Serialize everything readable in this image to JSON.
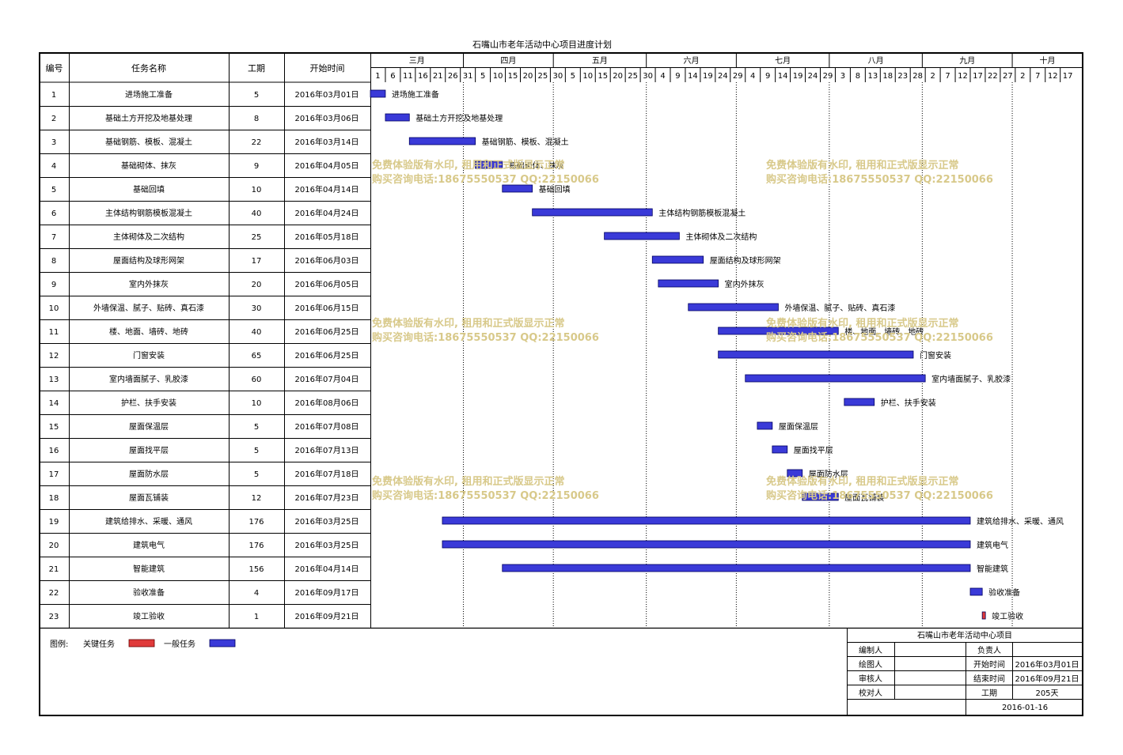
{
  "title": "石嘴山市老年活动中心项目进度计划",
  "columns": {
    "no": "编号",
    "name": "任务名称",
    "duration": "工期",
    "start": "开始时间"
  },
  "months": [
    "三月",
    "四月",
    "五月",
    "六月",
    "七月",
    "八月",
    "九月",
    "十月"
  ],
  "day_ticks": [
    "1",
    "6",
    "11",
    "16",
    "21",
    "26",
    "31",
    "5",
    "10",
    "15",
    "20",
    "25",
    "30",
    "5",
    "10",
    "15",
    "20",
    "25",
    "30",
    "4",
    "9",
    "14",
    "19",
    "24",
    "29",
    "4",
    "9",
    "14",
    "19",
    "24",
    "29",
    "3",
    "8",
    "13",
    "18",
    "23",
    "28",
    "2",
    "7",
    "12",
    "17",
    "22",
    "27",
    "2",
    "7",
    "12",
    "17"
  ],
  "chart_data": {
    "type": "gantt",
    "title": "石嘴山市老年活动中心项目进度计划",
    "x_axis": {
      "unit": "date",
      "start": "2016-03-01",
      "end": "2016-10-21"
    },
    "tasks": [
      {
        "id": "1",
        "name": "进场施工准备",
        "duration": 5,
        "start": "2016年03月01日",
        "start_date": "2016-03-01",
        "critical": false
      },
      {
        "id": "2",
        "name": "基础土方开挖及地基处理",
        "duration": 8,
        "start": "2016年03月06日",
        "start_date": "2016-03-06",
        "critical": false
      },
      {
        "id": "3",
        "name": "基础钢筋、模板、混凝土",
        "duration": 22,
        "start": "2016年03月14日",
        "start_date": "2016-03-14",
        "critical": false
      },
      {
        "id": "4",
        "name": "基础砌体、抹灰",
        "duration": 9,
        "start": "2016年04月05日",
        "start_date": "2016-04-05",
        "critical": false
      },
      {
        "id": "5",
        "name": "基础回填",
        "duration": 10,
        "start": "2016年04月14日",
        "start_date": "2016-04-14",
        "critical": false
      },
      {
        "id": "6",
        "name": "主体结构钢筋模板混凝土",
        "duration": 40,
        "start": "2016年04月24日",
        "start_date": "2016-04-24",
        "critical": false
      },
      {
        "id": "7",
        "name": "主体砌体及二次结构",
        "duration": 25,
        "start": "2016年05月18日",
        "start_date": "2016-05-18",
        "critical": false
      },
      {
        "id": "8",
        "name": "屋面结构及球形网架",
        "duration": 17,
        "start": "2016年06月03日",
        "start_date": "2016-06-03",
        "critical": false
      },
      {
        "id": "9",
        "name": "室内外抹灰",
        "duration": 20,
        "start": "2016年06月05日",
        "start_date": "2016-06-05",
        "critical": false
      },
      {
        "id": "10",
        "name": "外墙保温、腻子、贴砖、真石漆",
        "duration": 30,
        "start": "2016年06月15日",
        "start_date": "2016-06-15",
        "critical": false
      },
      {
        "id": "11",
        "name": "楼、地面、墙砖、地砖",
        "duration": 40,
        "start": "2016年06月25日",
        "start_date": "2016-06-25",
        "critical": false
      },
      {
        "id": "12",
        "name": "门窗安装",
        "duration": 65,
        "start": "2016年06月25日",
        "start_date": "2016-06-25",
        "critical": false
      },
      {
        "id": "13",
        "name": "室内墙面腻子、乳胶漆",
        "duration": 60,
        "start": "2016年07月04日",
        "start_date": "2016-07-04",
        "critical": false
      },
      {
        "id": "14",
        "name": "护栏、扶手安装",
        "duration": 10,
        "start": "2016年08月06日",
        "start_date": "2016-08-06",
        "critical": false
      },
      {
        "id": "15",
        "name": "屋面保温层",
        "duration": 5,
        "start": "2016年07月08日",
        "start_date": "2016-07-08",
        "critical": false
      },
      {
        "id": "16",
        "name": "屋面找平层",
        "duration": 5,
        "start": "2016年07月13日",
        "start_date": "2016-07-13",
        "critical": false
      },
      {
        "id": "17",
        "name": "屋面防水层",
        "duration": 5,
        "start": "2016年07月18日",
        "start_date": "2016-07-18",
        "critical": false
      },
      {
        "id": "18",
        "name": "屋面瓦铺装",
        "duration": 12,
        "start": "2016年07月23日",
        "start_date": "2016-07-23",
        "critical": false
      },
      {
        "id": "19",
        "name": "建筑给排水、采暖、通风",
        "duration": 176,
        "start": "2016年03月25日",
        "start_date": "2016-03-25",
        "critical": false
      },
      {
        "id": "20",
        "name": "建筑电气",
        "duration": 176,
        "start": "2016年03月25日",
        "start_date": "2016-03-25",
        "critical": false
      },
      {
        "id": "21",
        "name": "智能建筑",
        "duration": 156,
        "start": "2016年04月14日",
        "start_date": "2016-04-14",
        "critical": false
      },
      {
        "id": "22",
        "name": "验收准备",
        "duration": 4,
        "start": "2016年09月17日",
        "start_date": "2016-09-17",
        "critical": false
      },
      {
        "id": "23",
        "name": "竣工验收",
        "duration": 1,
        "start": "2016年09月21日",
        "start_date": "2016-09-21",
        "critical": true
      }
    ]
  },
  "legend": {
    "label": "图例:",
    "critical": "关键任务",
    "normal": "一般任务"
  },
  "colors": {
    "normal_bar": "#3a3ad8",
    "critical_bar": "#e03a3a",
    "watermark": "#d8c98a",
    "bar_border": "#000060"
  },
  "watermark": {
    "line1": "免费体验版有水印, 租用和正式版显示正常",
    "line2": "购买咨询电话:18675550537 QQ:22150066"
  },
  "info_box": {
    "title": "石嘴山市老年活动中心项目",
    "editor_label": "编制人",
    "editor_value": "",
    "owner_label": "负责人",
    "owner_value": "",
    "drawer_label": "绘图人",
    "drawer_value": "",
    "start_label": "开始时间",
    "start_value": "2016年03月01日",
    "reviewer_label": "审核人",
    "reviewer_value": "",
    "end_label": "结束时间",
    "end_value": "2016年09月21日",
    "checker_label": "校对人",
    "checker_value": "",
    "duration_label": "工期",
    "duration_value": "205天",
    "date": "2016-01-16"
  }
}
